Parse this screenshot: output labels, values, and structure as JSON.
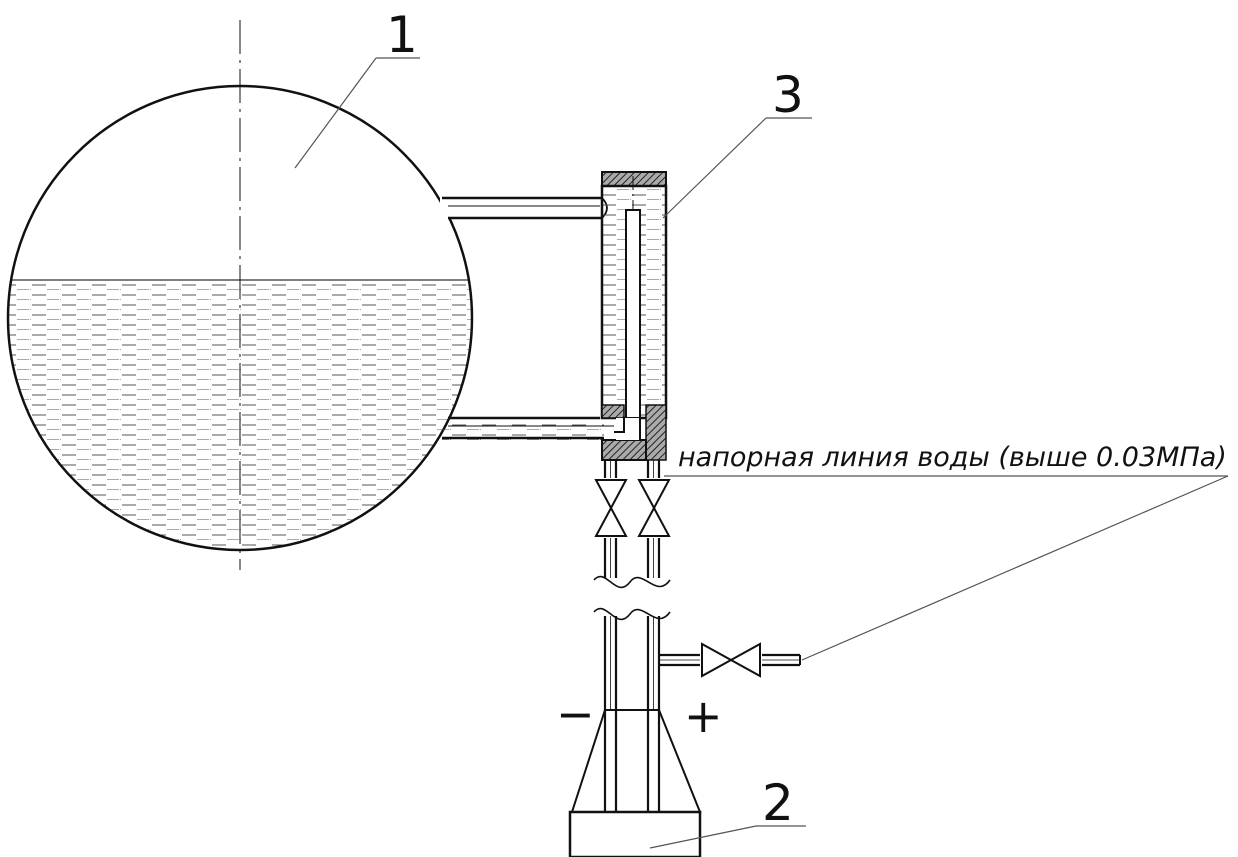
{
  "labels": {
    "drum": "1",
    "meter": "2",
    "condensing_vessel": "3",
    "pressure_line": "напорная линия воды (выше 0.03МПа)",
    "minus_side": "−",
    "plus_side": "+"
  },
  "colors": {
    "line": "#111111",
    "water_dash": "#555555",
    "hatch": "#222222",
    "background": "#ffffff"
  },
  "icons": [
    "valve-left-icon",
    "valve-right-icon",
    "valve-side-icon",
    "break-mark-icon"
  ]
}
